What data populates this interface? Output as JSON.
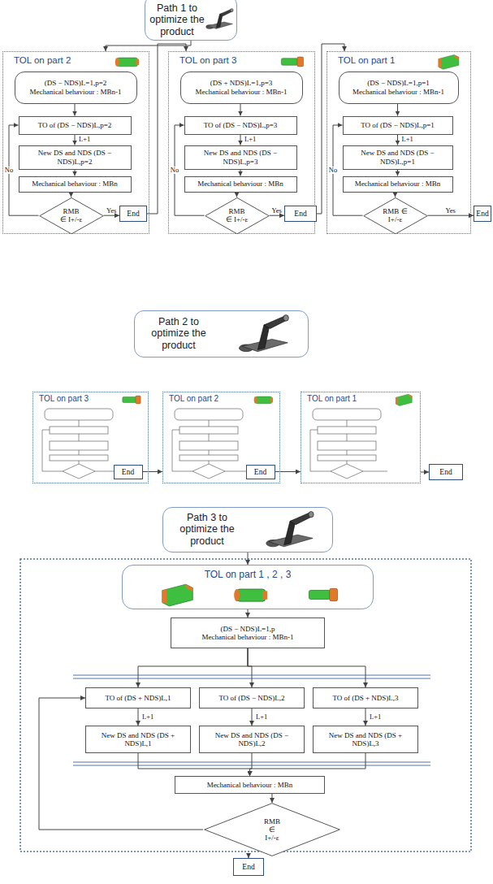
{
  "diagram": {
    "nodes": [
      {
        "text": [
          "Path 1 to optimize the product"
        ]
      },
      {
        "text": [
          "TOL on part 2"
        ]
      },
      {
        "text": [
          "(DS − NDS)L=1,p=2",
          "Mechanical behaviour : MBn-1"
        ],
        "in": 1
      },
      {
        "text": [
          "TO of (DS − NDS)L,p=2"
        ],
        "in": 1
      },
      {
        "text": [
          "New DS and NDS (DS − NDS)L,p=2"
        ],
        "in": 1
      },
      {
        "text": [
          "Mechanical behaviour : MBn"
        ],
        "in": 1
      },
      {
        "text": [
          "RMB ∈ I+/-ε"
        ],
        "in": 1
      },
      {
        "text": [
          "End"
        ]
      },
      {
        "text": [
          "TOL on part 3"
        ]
      },
      {
        "text": [
          "(DS + NDS)L=1,p=3",
          "Mechanical behaviour : MBn-1"
        ],
        "in": 8
      },
      {
        "text": [
          "TO of (DS − NDS)L,p=3"
        ],
        "in": 8
      },
      {
        "text": [
          "New DS and NDS (DS − NDS)L,p=3"
        ],
        "in": 8
      },
      {
        "text": [
          "Mechanical behaviour : MBn"
        ],
        "in": 8
      },
      {
        "text": [
          "RMB ∈ I+/-ε"
        ],
        "in": 8
      },
      {
        "text": [
          "End"
        ]
      },
      {
        "text": [
          "TOL on part 1"
        ]
      },
      {
        "text": [
          "(DS − NDS)L=1,p=1",
          "Mechanical behaviour : MBn-1"
        ],
        "in": 15
      },
      {
        "text": [
          "TO of (DS − NDS)L,p=1"
        ],
        "in": 15
      },
      {
        "text": [
          "New DS and NDS (DS − NDS)L,p=1"
        ],
        "in": 15
      },
      {
        "text": [
          "Mechanical behaviour : MBn"
        ],
        "in": 15
      },
      {
        "text": [
          "RMB ∈ I+/-ε"
        ],
        "in": 15
      },
      {
        "text": [
          "End"
        ]
      },
      {
        "text": [
          "Path 2 to optimize the product"
        ]
      },
      {
        "text": [
          "TOL on part 3"
        ]
      },
      {
        "text": [
          "End"
        ],
        "in": 23
      },
      {
        "text": [
          "TOL on part 2"
        ]
      },
      {
        "text": [
          "End"
        ],
        "in": 25
      },
      {
        "text": [
          "TOL on part 1"
        ]
      },
      {
        "text": [
          "End"
        ]
      },
      {
        "text": [
          "Path 3 to optimize the product"
        ]
      },
      {
        "text": [
          "TOL on part 1 , 2 , 3"
        ]
      },
      {
        "text": [
          "(DS − NDS)L=1,p",
          "Mechanical behaviour : MBn-1"
        ]
      },
      {
        "text": [
          "TO of (DS + NDS)L,1"
        ]
      },
      {
        "text": [
          "TO of (DS − NDS)L,2"
        ]
      },
      {
        "text": [
          "TO of (DS + NDS)L,3"
        ]
      },
      {
        "text": [
          "New DS and NDS (DS + NDS)L,1"
        ]
      },
      {
        "text": [
          "New DS and NDS (DS − NDS)L,2"
        ]
      },
      {
        "text": [
          "New DS and NDS (DS + NDS)L,3"
        ]
      },
      {
        "text": [
          "Mechanical behaviour : MBn"
        ]
      },
      {
        "text": [
          "RMB ∈ I+/-ε"
        ]
      },
      {
        "text": [
          "End"
        ]
      }
    ],
    "edges": [
      {
        "from": 0,
        "to": 1,
        "arrow": "to"
      },
      {
        "from": 2,
        "to": 3,
        "arrow": "to"
      },
      {
        "from": 3,
        "to": 4,
        "label": "L+1",
        "arrow": "to"
      },
      {
        "from": 4,
        "to": 5,
        "arrow": "to"
      },
      {
        "from": 5,
        "to": 6,
        "arrow": "to"
      },
      {
        "from": 6,
        "to": 3,
        "label": "No",
        "arrow": "to"
      },
      {
        "from": 6,
        "to": 7,
        "label": "Yes",
        "arrow": "to"
      },
      {
        "from": 7,
        "to": 8,
        "arrow": "to"
      },
      {
        "from": 9,
        "to": 10,
        "arrow": "to"
      },
      {
        "from": 10,
        "to": 11,
        "label": "L+1",
        "arrow": "to"
      },
      {
        "from": 11,
        "to": 12,
        "arrow": "to"
      },
      {
        "from": 12,
        "to": 13,
        "arrow": "to"
      },
      {
        "from": 13,
        "to": 10,
        "label": "No",
        "arrow": "to"
      },
      {
        "from": 13,
        "to": 14,
        "label": "Yes",
        "arrow": "to"
      },
      {
        "from": 14,
        "to": 15,
        "arrow": "to"
      },
      {
        "from": 16,
        "to": 17,
        "arrow": "to"
      },
      {
        "from": 17,
        "to": 18,
        "label": "L+1",
        "arrow": "to"
      },
      {
        "from": 18,
        "to": 19,
        "arrow": "to"
      },
      {
        "from": 19,
        "to": 20,
        "arrow": "to"
      },
      {
        "from": 20,
        "to": 17,
        "label": "No",
        "arrow": "to"
      },
      {
        "from": 20,
        "to": 21,
        "label": "Yes",
        "arrow": "to"
      },
      {
        "from": 24,
        "to": 25,
        "arrow": "to"
      },
      {
        "from": 26,
        "to": 27,
        "arrow": "to"
      },
      {
        "from": 27,
        "to": 28,
        "arrow": "to"
      },
      {
        "from": 29,
        "to": 30,
        "arrow": "to"
      },
      {
        "from": 30,
        "to": 31,
        "arrow": "to"
      },
      {
        "from": 31,
        "to": 32,
        "arrow": "to"
      },
      {
        "from": 31,
        "to": 33,
        "arrow": "to"
      },
      {
        "from": 31,
        "to": 34,
        "arrow": "to"
      },
      {
        "from": 32,
        "to": 35,
        "label": "L+1",
        "arrow": "to"
      },
      {
        "from": 33,
        "to": 36,
        "label": "L+1",
        "arrow": "to"
      },
      {
        "from": 34,
        "to": 37,
        "label": "L+1",
        "arrow": "to"
      },
      {
        "from": 35,
        "to": 38,
        "arrow": "to"
      },
      {
        "from": 36,
        "to": 38,
        "arrow": "to"
      },
      {
        "from": 37,
        "to": 38,
        "arrow": "to"
      },
      {
        "from": 38,
        "to": 39,
        "arrow": "to"
      },
      {
        "from": 39,
        "to": 40,
        "arrow": "to"
      },
      {
        "from": 39,
        "to": 32,
        "arrow": "to"
      }
    ]
  }
}
